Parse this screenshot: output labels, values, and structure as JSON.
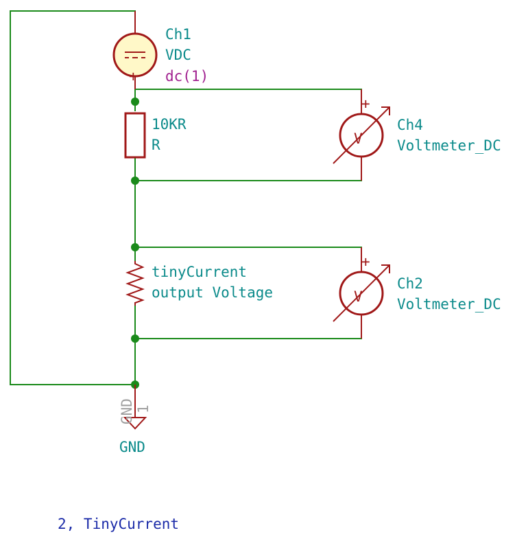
{
  "components": {
    "ch1": {
      "ref": "Ch1",
      "value": "VDC",
      "param": "dc(1)",
      "plus": "+"
    },
    "r1": {
      "value": "10KR",
      "ref": "R"
    },
    "tiny": {
      "line1": "tinyCurrent",
      "line2": "output Voltage"
    },
    "ch4": {
      "ref": "Ch4",
      "value": "Voltmeter_DC",
      "plus": "+",
      "glyph": "V"
    },
    "ch2": {
      "ref": "Ch2",
      "value": "Voltmeter_DC",
      "plus": "+",
      "glyph": "V"
    },
    "gnd": {
      "pin_name": "GND",
      "pin_num": "1",
      "label": "GND"
    }
  },
  "sheet_label": "2, TinyCurrent",
  "colors": {
    "wire": "#1a8a1a",
    "component": "#a01818",
    "source_fill": "#fff8c8",
    "reference_text": "#0a8a8a",
    "param_text": "#a0208f",
    "sheet_text": "#1a2aa8"
  }
}
